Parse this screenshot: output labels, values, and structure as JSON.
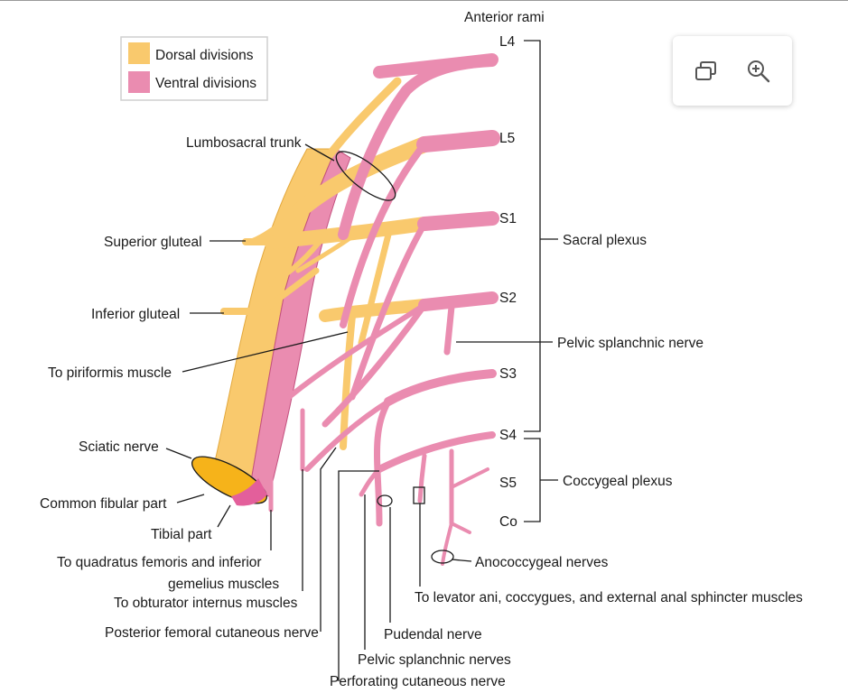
{
  "legend": {
    "dorsal": {
      "label": "Dorsal divisions",
      "color": "#f9c96d"
    },
    "ventral": {
      "label": "Ventral divisions",
      "color": "#ea8cb0"
    }
  },
  "colors": {
    "sciatic_common_fibular": "#f6b31a",
    "tibial_part": "#e35f9b",
    "outline": "#c3507e"
  },
  "labels": {
    "anterior_rami": "Anterior rami",
    "l4": "L4",
    "l5": "L5",
    "s1": "S1",
    "s2": "S2",
    "s3": "S3",
    "s4": "S4",
    "s5": "S5",
    "co": "Co",
    "sacral_plexus": "Sacral plexus",
    "coccygeal_plexus": "Coccygeal plexus",
    "pelvic_splanchnic_right": "Pelvic splanchnic nerve",
    "anococcygeal": "Anococcygeal nerves",
    "levator_ani": "To levator ani, coccygues, and external anal sphincter muscles",
    "lumbosacral_trunk": "Lumbosacral trunk",
    "superior_gluteal": "Superior gluteal",
    "inferior_gluteal": "Inferior gluteal",
    "piriformis": "To piriformis muscle",
    "sciatic": "Sciatic nerve",
    "common_fibular": "Common fibular part",
    "tibial": "Tibial part",
    "quadratus_line1": "To quadratus femoris and inferior",
    "quadratus_line2": "gemelius muscles",
    "obturator": "To obturator internus muscles",
    "posterior_femoral": "Posterior femoral cutaneous nerve",
    "pudendal": "Pudendal nerve",
    "pelvic_splanchnic_bottom": "Pelvic splanchnic nerves",
    "perforating": "Perforating cutaneous nerve"
  },
  "toolbar": {
    "copy_icon": "copy-icon",
    "zoom_icon": "zoom-in-icon"
  }
}
